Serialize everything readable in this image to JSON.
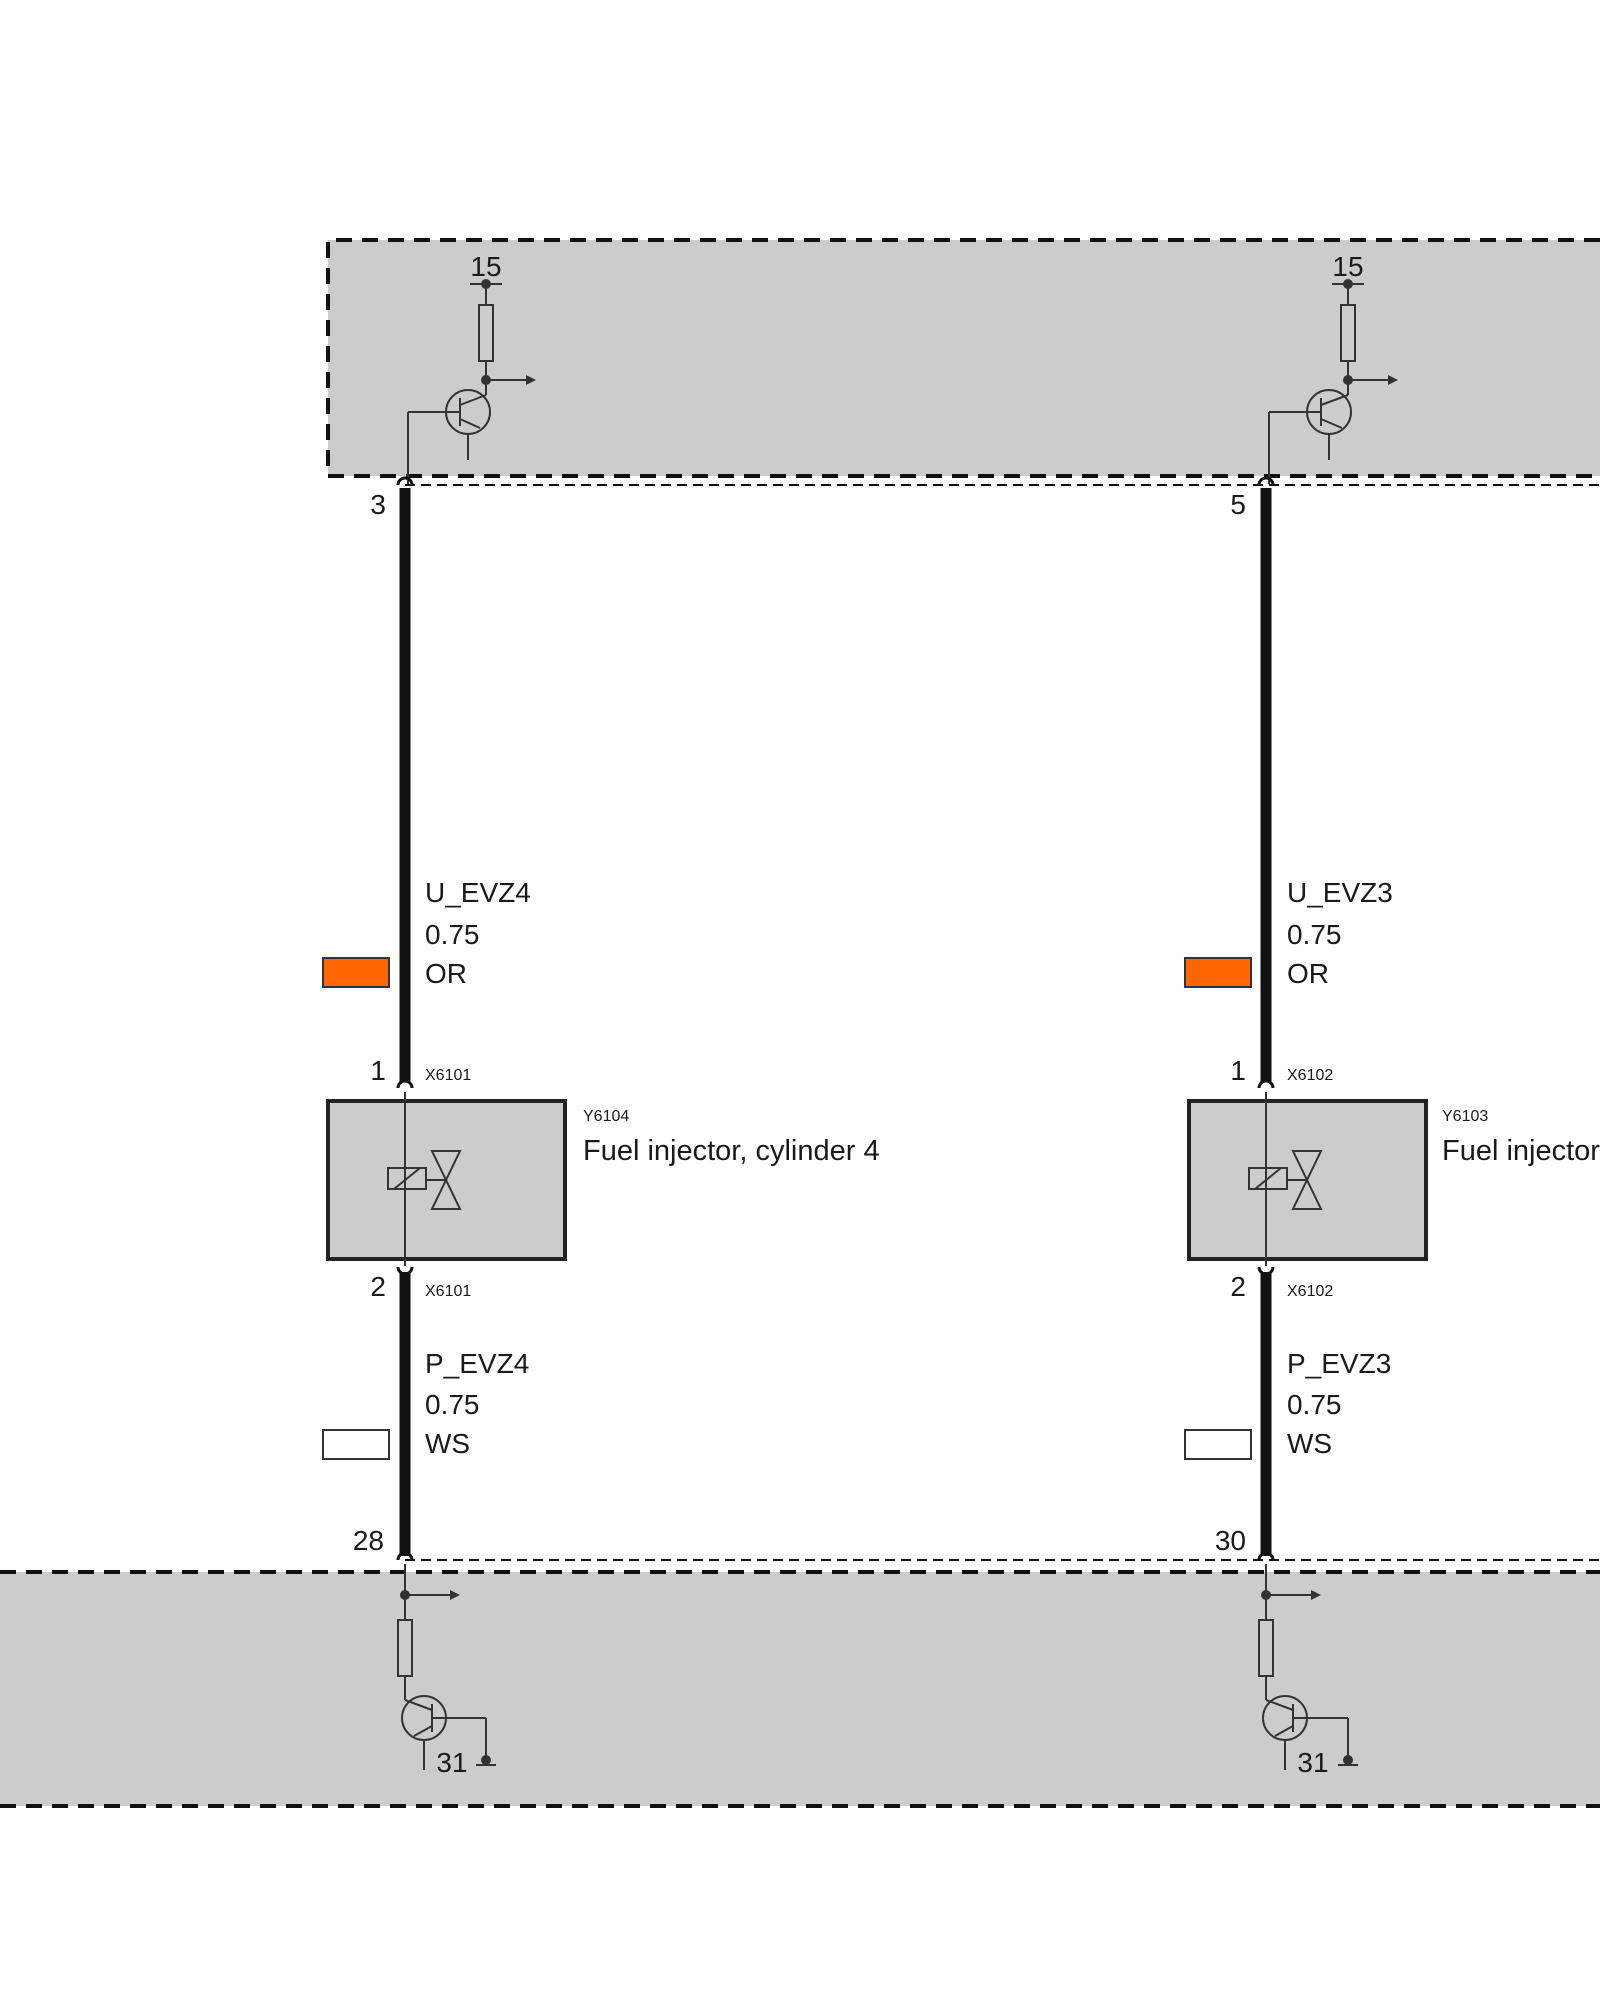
{
  "colors": {
    "panel": "#cccccc",
    "wire": "#111111",
    "orange": "#ff6600",
    "white": "#ffffff"
  },
  "icons": {
    "output_arrow": "arrow-right-icon",
    "ground": "ground-icon",
    "transistor": "transistor-icon",
    "resistor": "resistor-icon",
    "injector": "solenoid-valve-icon"
  },
  "circuits": [
    {
      "top_supply": "15",
      "top_pin": "3",
      "signal_upper": {
        "name": "U_EVZ4",
        "size": "0.75",
        "color_code": "OR",
        "swatch": "orange"
      },
      "connector_top_pin": "1",
      "connector_top_id": "X6101",
      "component_id": "Y6104",
      "component_name": "Fuel injector, cylinder 4",
      "connector_bottom_pin": "2",
      "connector_bottom_id": "X6101",
      "signal_lower": {
        "name": "P_EVZ4",
        "size": "0.75",
        "color_code": "WS",
        "swatch": "white"
      },
      "bottom_pin": "28",
      "bottom_ground": "31"
    },
    {
      "top_supply": "15",
      "top_pin": "5",
      "signal_upper": {
        "name": "U_EVZ3",
        "size": "0.75",
        "color_code": "OR",
        "swatch": "orange"
      },
      "connector_top_pin": "1",
      "connector_top_id": "X6102",
      "component_id": "Y6103",
      "component_name": "Fuel injector",
      "connector_bottom_pin": "2",
      "connector_bottom_id": "X6102",
      "signal_lower": {
        "name": "P_EVZ3",
        "size": "0.75",
        "color_code": "WS",
        "swatch": "white"
      },
      "bottom_pin": "30",
      "bottom_ground": "31"
    }
  ]
}
